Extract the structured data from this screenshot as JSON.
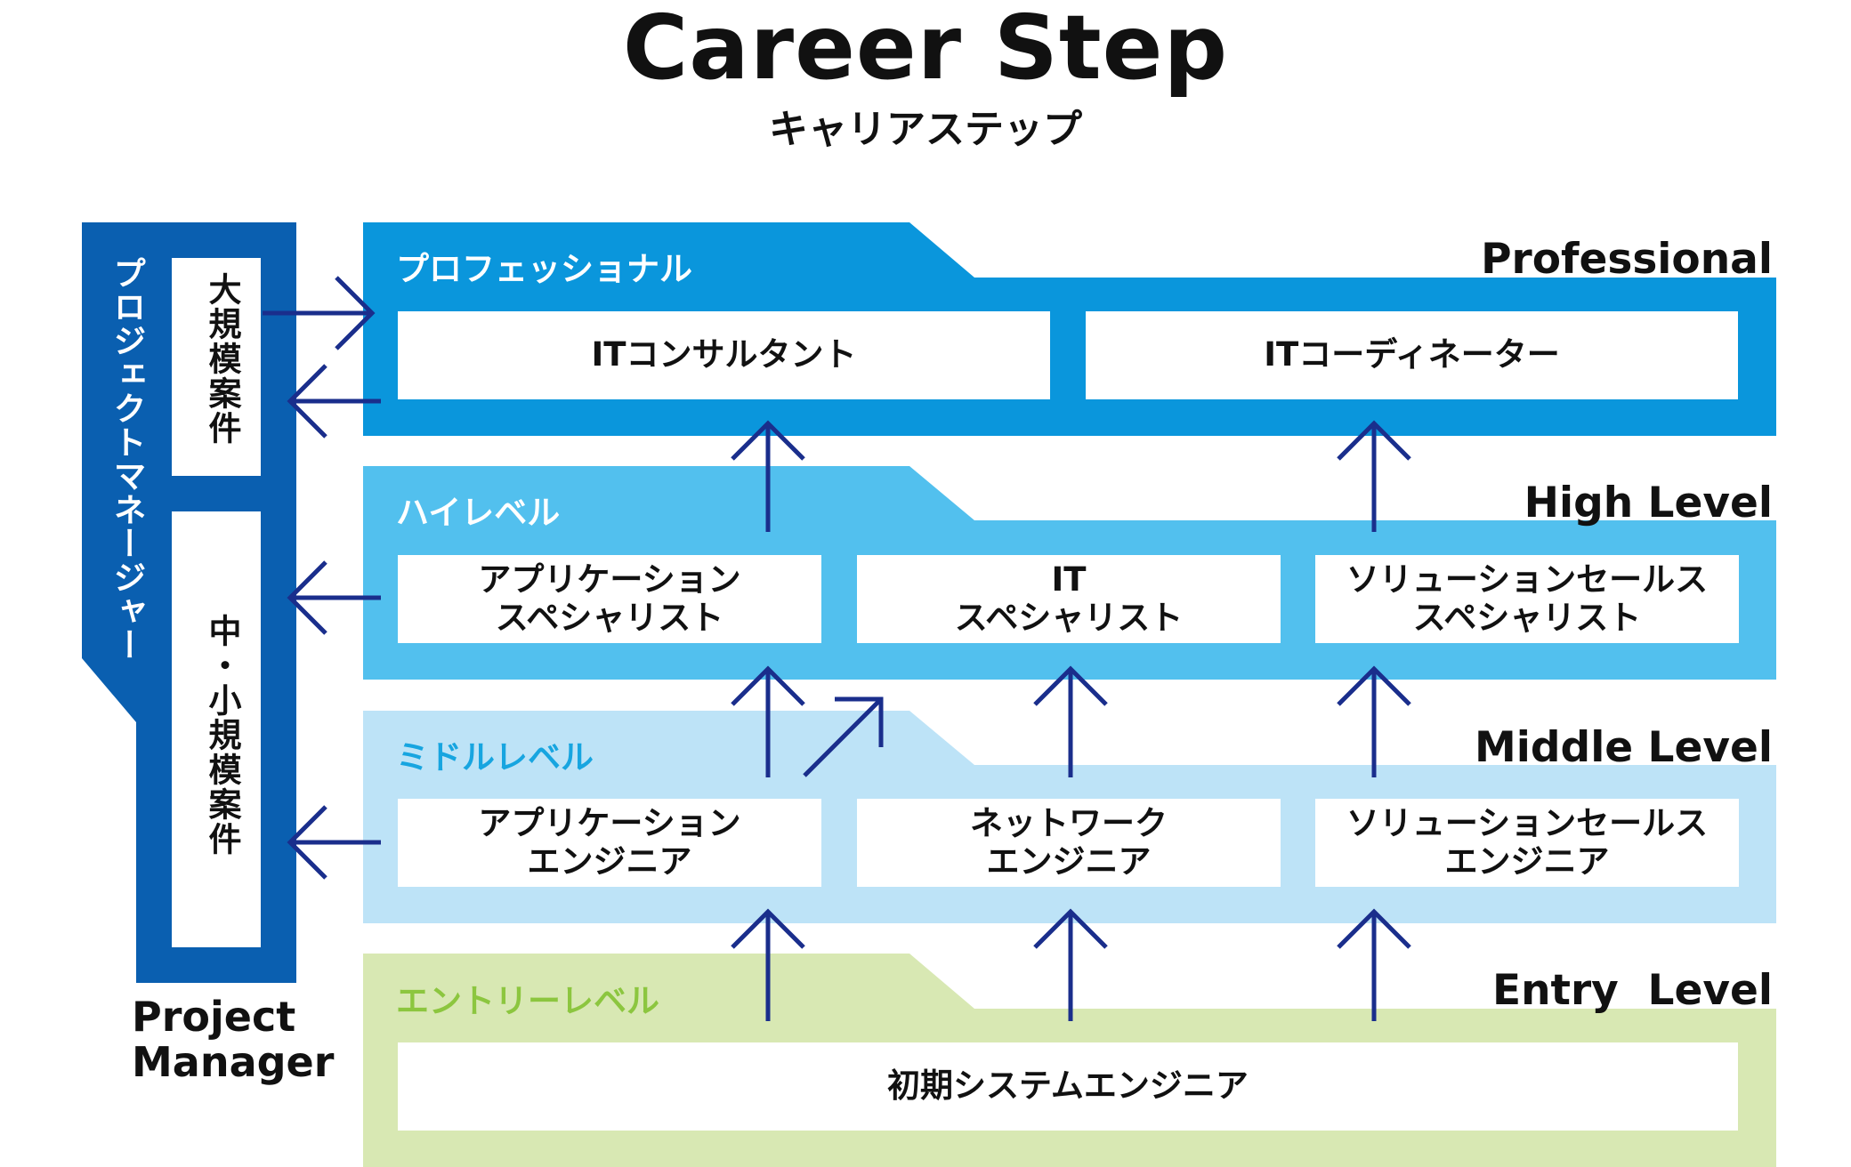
{
  "title": "Career Step",
  "subtitle": "キャリアステップ",
  "colors": {
    "professional": "#0A96DC",
    "high": "#52C0EE",
    "middle": "#BDE3F7",
    "entry": "#D8E8B3",
    "pm": "#0A5FB0",
    "arrow": "#1A2E8C",
    "middle_label": "#17A5E0",
    "entry_label": "#8CC63F"
  },
  "project_manager": {
    "label_jp": "プロジェクトマネージャー",
    "large_scale": "大規模案件",
    "mid_small_scale": "中・小規模案件",
    "label_en_line1": "Project",
    "label_en_line2": "Manager"
  },
  "levels": {
    "professional": {
      "label_jp": "プロフェッショナル",
      "label_en": "Professional",
      "roles": [
        {
          "lines": [
            "ITコンサルタント"
          ]
        },
        {
          "lines": [
            "ITコーディネーター"
          ]
        }
      ]
    },
    "high": {
      "label_jp": "ハイレベル",
      "label_en": "High Level",
      "roles": [
        {
          "lines": [
            "アプリケーション",
            "スペシャリスト"
          ]
        },
        {
          "lines": [
            "IT",
            "スペシャリスト"
          ]
        },
        {
          "lines": [
            "ソリューションセールス",
            "スペシャリスト"
          ]
        }
      ]
    },
    "middle": {
      "label_jp": "ミドルレベル",
      "label_en": "Middle Level",
      "roles": [
        {
          "lines": [
            "アプリケーション",
            "エンジニア"
          ]
        },
        {
          "lines": [
            "ネットワーク",
            "エンジニア"
          ]
        },
        {
          "lines": [
            "ソリューションセールス",
            "エンジニア"
          ]
        }
      ]
    },
    "entry": {
      "label_jp": "エントリーレベル",
      "label_en": "Entry  Level",
      "roles": [
        {
          "lines": [
            "初期システムエンジニア"
          ]
        }
      ]
    }
  }
}
